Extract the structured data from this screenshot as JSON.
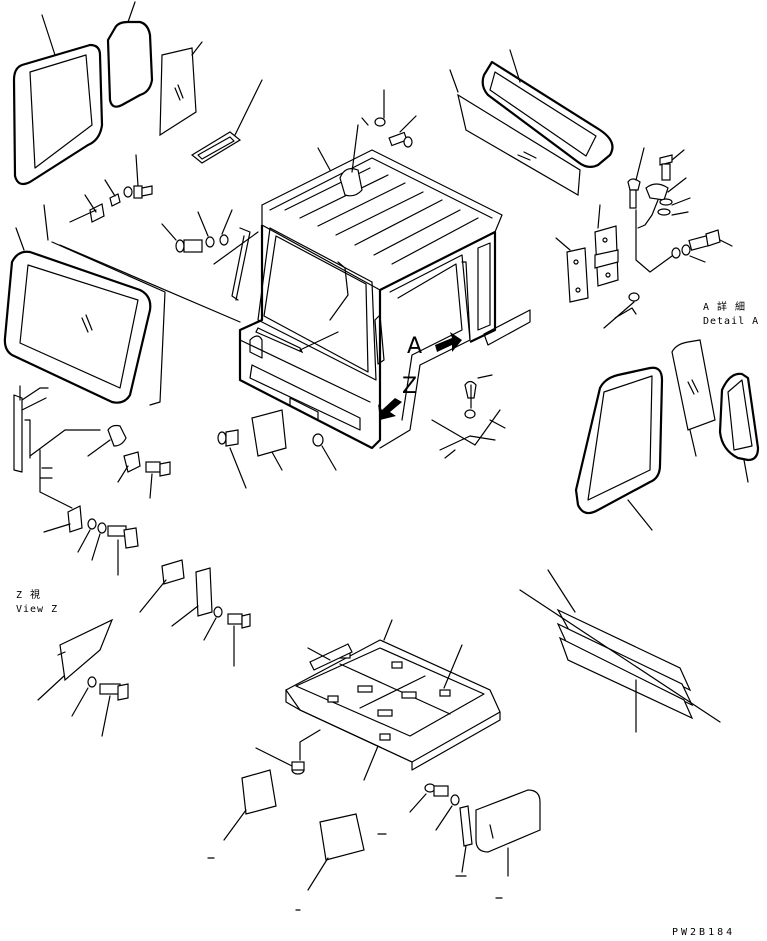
{
  "labels": {
    "detail_a_jp": "A 詳 細",
    "detail_a_en": "Detail A",
    "view_z_jp": "Z 視",
    "view_z_en": "View Z",
    "view_letter_a": "A",
    "view_letter_z": "Z",
    "drawing_code": "PW2B184"
  }
}
